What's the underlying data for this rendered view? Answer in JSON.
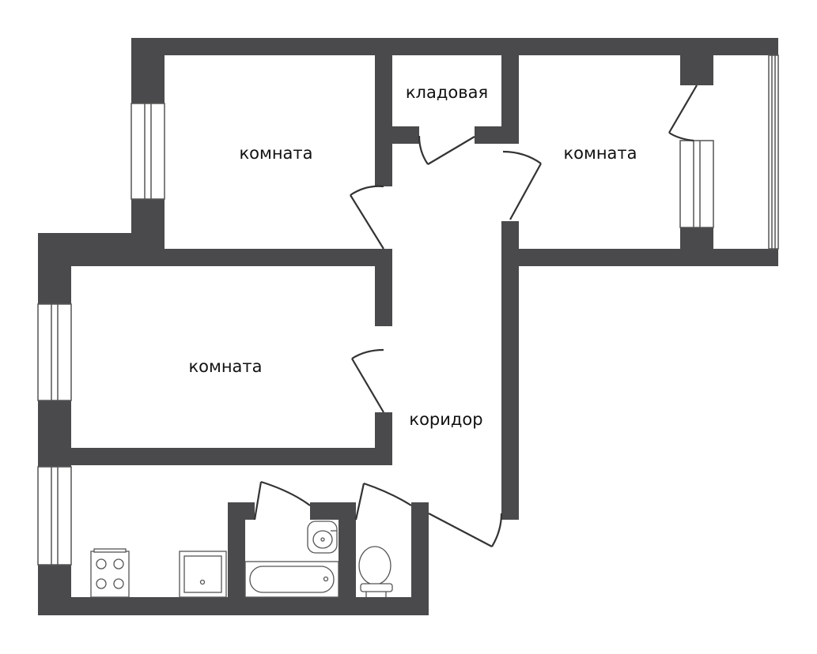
{
  "floor_plan": {
    "rooms": {
      "room_1": "комната",
      "room_2": "комната",
      "room_3": "комната",
      "storage": "кладовая",
      "corridor": "коридор"
    },
    "fixtures": [
      "stove-icon",
      "shower-tray-icon",
      "bathtub-icon",
      "washbasin-icon",
      "toilet-icon"
    ],
    "colors": {
      "wall": "#4a4a4c",
      "background": "#ffffff",
      "fixture_stroke": "#555555"
    }
  }
}
